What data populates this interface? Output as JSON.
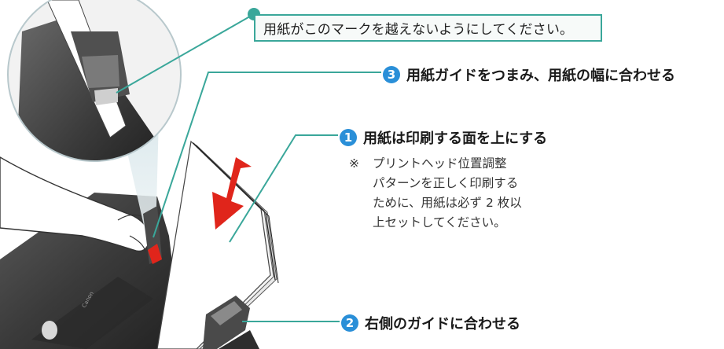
{
  "callout": {
    "text": "用紙がこのマークを越えないようにしてください。"
  },
  "steps": [
    {
      "number": "3",
      "text": "用紙ガイドをつまみ、用紙の幅に合わせる"
    },
    {
      "number": "1",
      "text": "用紙は印刷する面を上にする"
    },
    {
      "number": "2",
      "text": "右側のガイドに合わせる"
    }
  ],
  "note": {
    "mark": "※",
    "lines": [
      "プリントヘッド位置調整",
      "パターンを正しく印刷する",
      "ために、用紙は必ず 2 枚以",
      "上セットしてください。"
    ]
  },
  "colors": {
    "accent_teal": "#3aa79a",
    "step_number_blue": "#2a8fd8",
    "arrow_red": "#e0251b",
    "printer_dark": "#3a3a3a"
  },
  "icons": {
    "paper_direction": "red-arrow-icon",
    "step_marker": "numbered-circle-icon"
  }
}
